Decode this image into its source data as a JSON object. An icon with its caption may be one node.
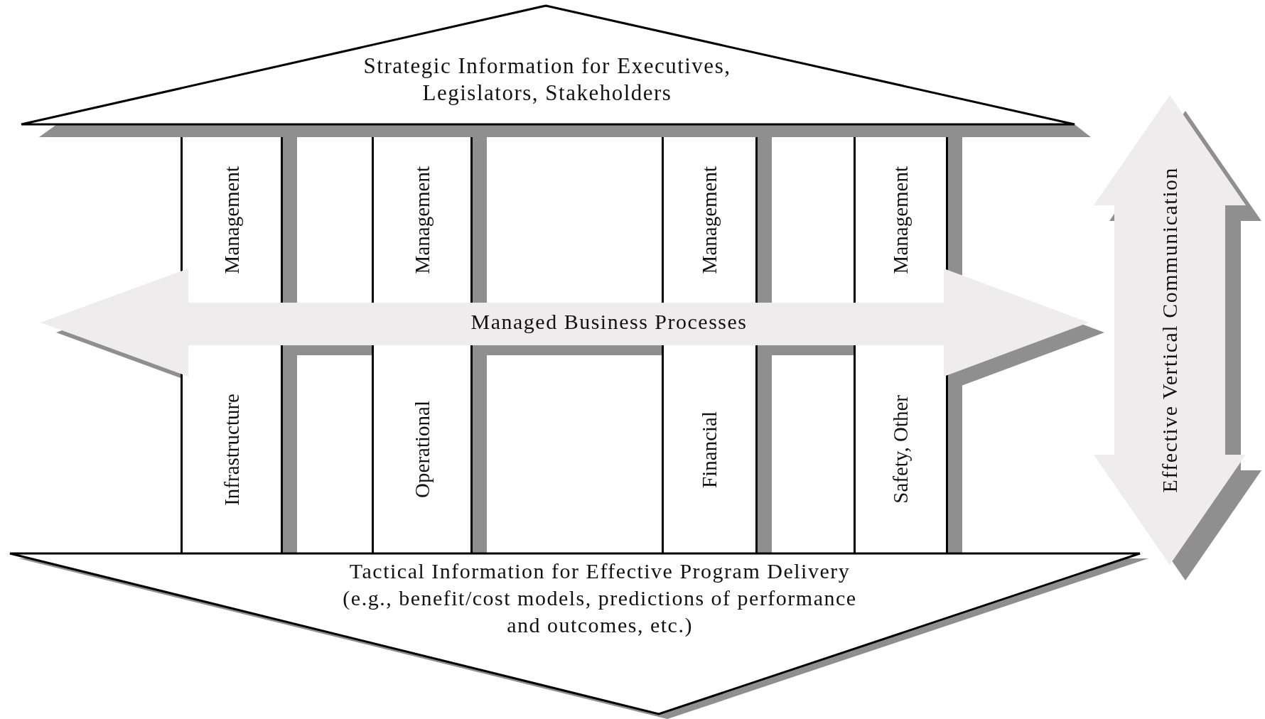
{
  "diagram": {
    "nodes": [
      {
        "text": [
          "Strategic Information for Executives, Legislators, Stakeholders"
        ]
      },
      {
        "text": [
          "Infrastructure",
          "Management"
        ]
      },
      {
        "text": [
          "Operational",
          "Management"
        ]
      },
      {
        "text": [
          "Financial",
          "Management"
        ]
      },
      {
        "text": [
          "Safety, Other",
          "Management"
        ]
      },
      {
        "text": [
          "Managed Business Processes"
        ]
      },
      {
        "text": [
          "Tactical Information for Effective Program Delivery (e.g., benefit/cost models, predictions of performance and outcomes, etc.)"
        ]
      }
    ],
    "edges": [
      {
        "from": null,
        "to": 6,
        "arrow": "both",
        "label": "Effective Vertical Communication"
      }
    ]
  }
}
